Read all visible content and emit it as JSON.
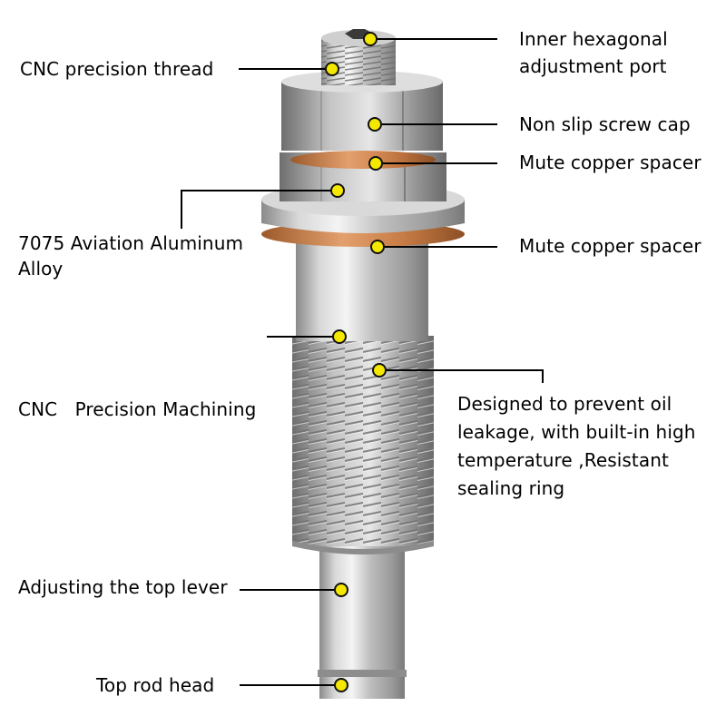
{
  "colors": {
    "background": "#ffffff",
    "marker_fill": "#f5e800",
    "marker_stroke": "#111111",
    "leader_line": "#000000",
    "copper": "#c77b45",
    "steel": "#c9c9c9"
  },
  "callouts": {
    "inner_hex_port": {
      "lines": [
        "Inner hexagonal",
        "adjustment port"
      ]
    },
    "cnc_thread": {
      "lines": [
        "CNC precision thread"
      ]
    },
    "non_slip_cap": {
      "lines": [
        "Non slip screw cap"
      ]
    },
    "copper_spacer_top": {
      "lines": [
        "Mute copper spacer"
      ]
    },
    "aluminum_alloy": {
      "lines": [
        "7075 Aviation Aluminum",
        "Alloy"
      ]
    },
    "copper_spacer_bottom": {
      "lines": [
        "Mute copper spacer"
      ]
    },
    "cnc_machining": {
      "lines": [
        "CNC   Precision Machining"
      ]
    },
    "sealing_ring": {
      "lines": [
        "Designed to prevent oil",
        "leakage, with built-in high",
        "temperature ,Resistant",
        "sealing ring"
      ]
    },
    "top_lever": {
      "lines": [
        "Adjusting the top lever"
      ]
    },
    "top_rod_head": {
      "lines": [
        "Top rod head"
      ]
    }
  },
  "icons": {
    "marker": "callout-dot-icon",
    "part": "bolt-assembly-illustration"
  }
}
